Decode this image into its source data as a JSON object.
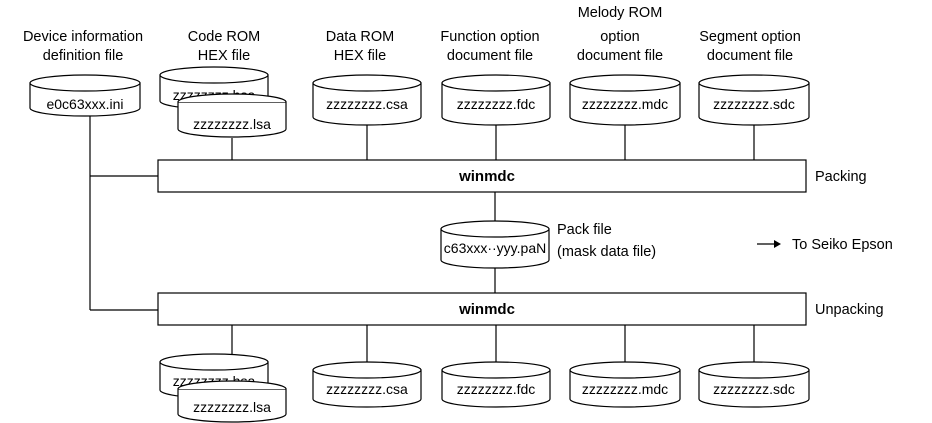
{
  "headings": {
    "device_info": [
      "Device information",
      "definition file"
    ],
    "code_rom": [
      "Code ROM",
      "HEX file"
    ],
    "data_rom": [
      "Data ROM",
      "HEX file"
    ],
    "function_option": [
      "Function option",
      "document file"
    ],
    "melody_rom": [
      "Melody ROM",
      "option",
      "document file"
    ],
    "segment_option": [
      "Segment option",
      "document file"
    ]
  },
  "files": {
    "ini": "e0c63xxx.ini",
    "hsa": "zzzzzzzz.hsa",
    "lsa": "zzzzzzzz.lsa",
    "csa": "zzzzzzzz.csa",
    "fdc": "zzzzzzzz.fdc",
    "mdc": "zzzzzzzz.mdc",
    "sdc": "zzzzzzzz.sdc",
    "pack": "c63xxx··yyy.paN"
  },
  "process": {
    "packing_tool": "winmdc",
    "packing_label": "Packing",
    "unpacking_tool": "winmdc",
    "unpacking_label": "Unpacking"
  },
  "pack_file": {
    "title": "Pack file",
    "subtitle": "(mask data file)"
  },
  "destination": {
    "arrow": "→",
    "label": "To Seiko Epson"
  }
}
